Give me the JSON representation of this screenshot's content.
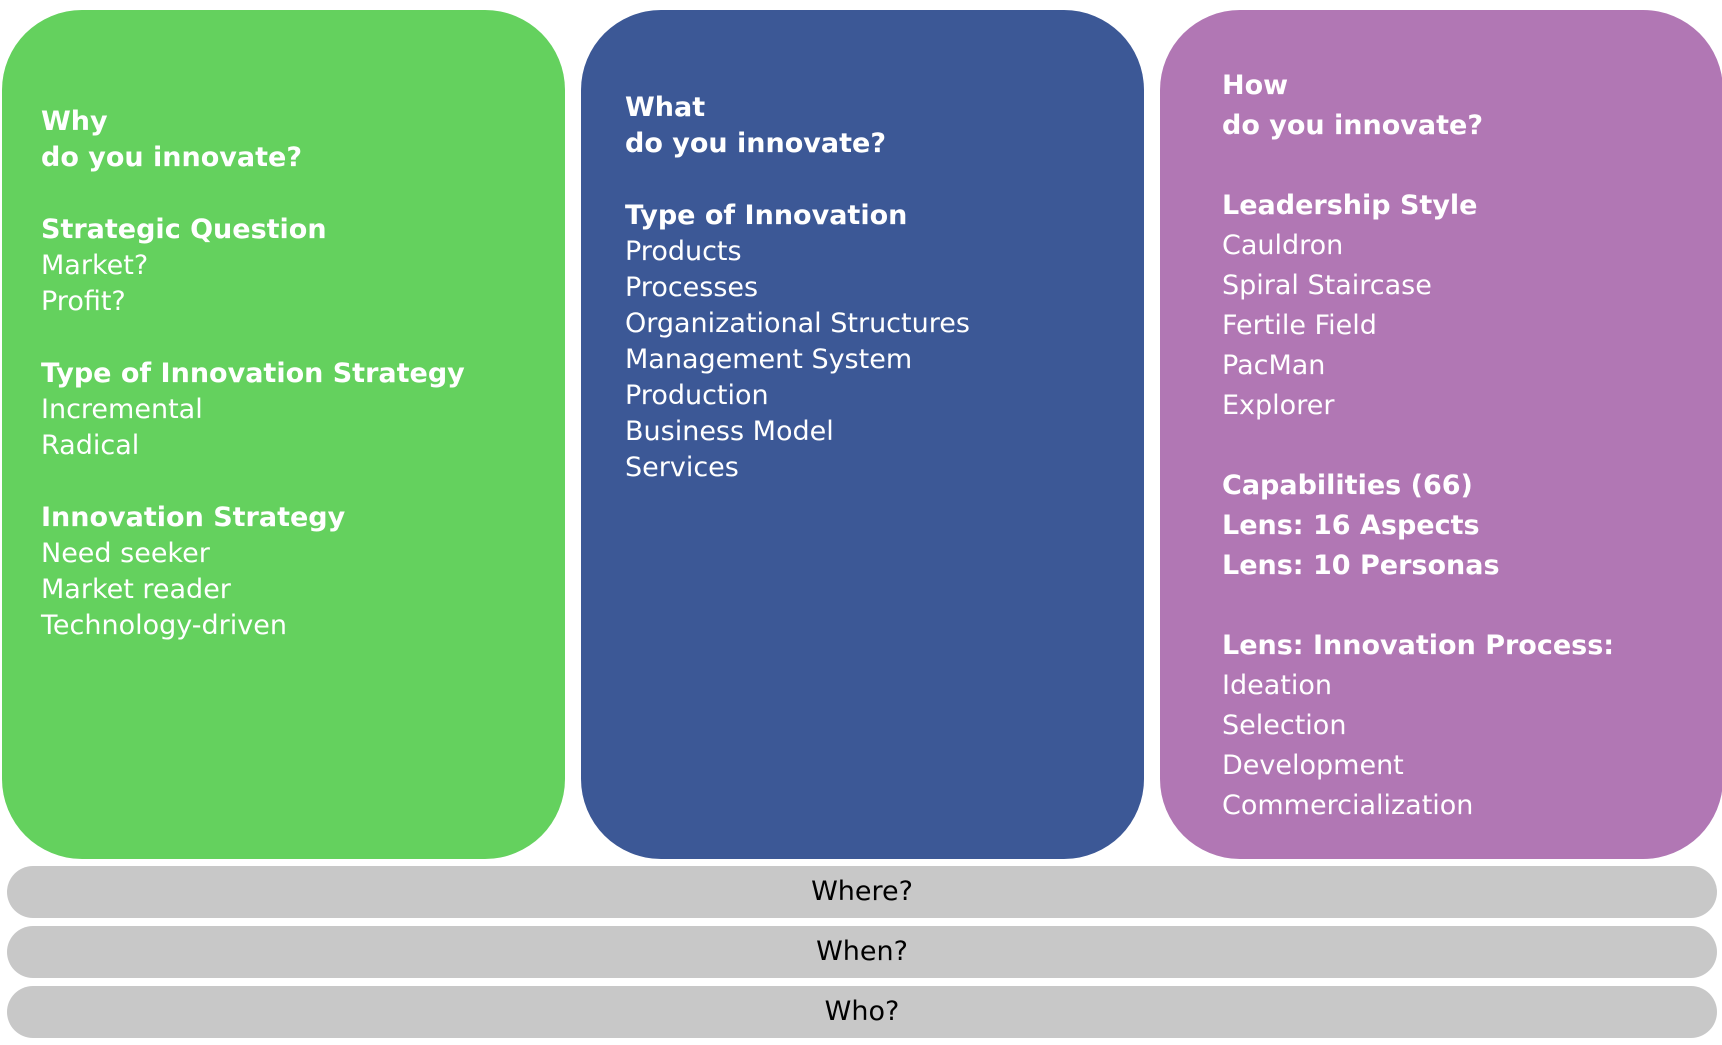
{
  "colors": {
    "why_panel": "#64d15e",
    "what_panel": "#3c5896",
    "how_panel": "#b177b4",
    "bars": "#c8c8c8"
  },
  "why": {
    "title_line1": "Why",
    "title_line2": "do you innovate?",
    "strategic_question": {
      "heading": "Strategic Question",
      "items": [
        "Market?",
        "Profit?"
      ]
    },
    "strategy_type": {
      "heading": "Type of Innovation Strategy",
      "items": [
        "Incremental",
        "Radical"
      ]
    },
    "innovation_strategy": {
      "heading": "Innovation Strategy",
      "items": [
        "Need seeker",
        "Market reader",
        "Technology-driven"
      ]
    }
  },
  "what": {
    "title_line1": "What",
    "title_line2": "do you innovate?",
    "innovation_type": {
      "heading": "Type of Innovation",
      "items": [
        "Products",
        "Processes",
        "Organizational Structures",
        "Management System",
        "Production",
        "Business Model",
        "Services"
      ]
    }
  },
  "how": {
    "title_line1": "How",
    "title_line2": "do you innovate?",
    "leadership": {
      "heading": "Leadership Style",
      "items": [
        "Cauldron",
        "Spiral Staircase",
        "Fertile Field",
        "PacMan",
        "Explorer"
      ]
    },
    "capabilities": [
      "Capabilities (66)",
      "Lens: 16 Aspects",
      "Lens: 10 Personas"
    ],
    "process": {
      "heading": "Lens: Innovation Process:",
      "items": [
        "Ideation",
        "Selection",
        "Development",
        "Commercialization"
      ]
    }
  },
  "bars": {
    "where": "Where?",
    "when": "When?",
    "who": "Who?"
  }
}
